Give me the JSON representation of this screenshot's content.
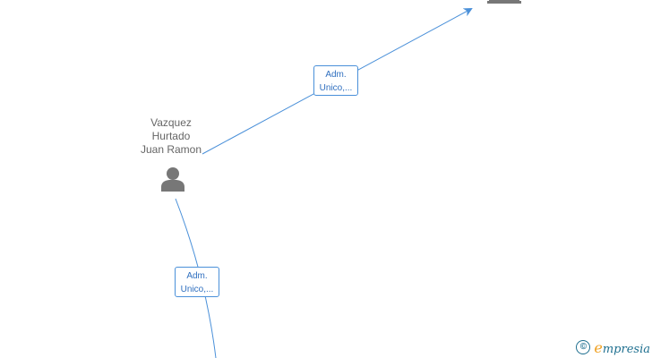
{
  "diagram": {
    "person": {
      "name_lines": [
        "Vazquez",
        "Hurtado",
        "Juan Ramon"
      ]
    },
    "edges": [
      {
        "label_lines": [
          "Adm.",
          "Unico,..."
        ]
      },
      {
        "label_lines": [
          "Adm.",
          "Unico,..."
        ]
      }
    ]
  },
  "brand": {
    "copyright_symbol": "©",
    "first_letter": "e",
    "rest": "mpresia"
  },
  "colors": {
    "edge": "#4a90d9",
    "node_icon": "#777777",
    "label_text": "#2f6fbf",
    "brand": "#1e6f8f",
    "brand_accent": "#f0a020"
  }
}
